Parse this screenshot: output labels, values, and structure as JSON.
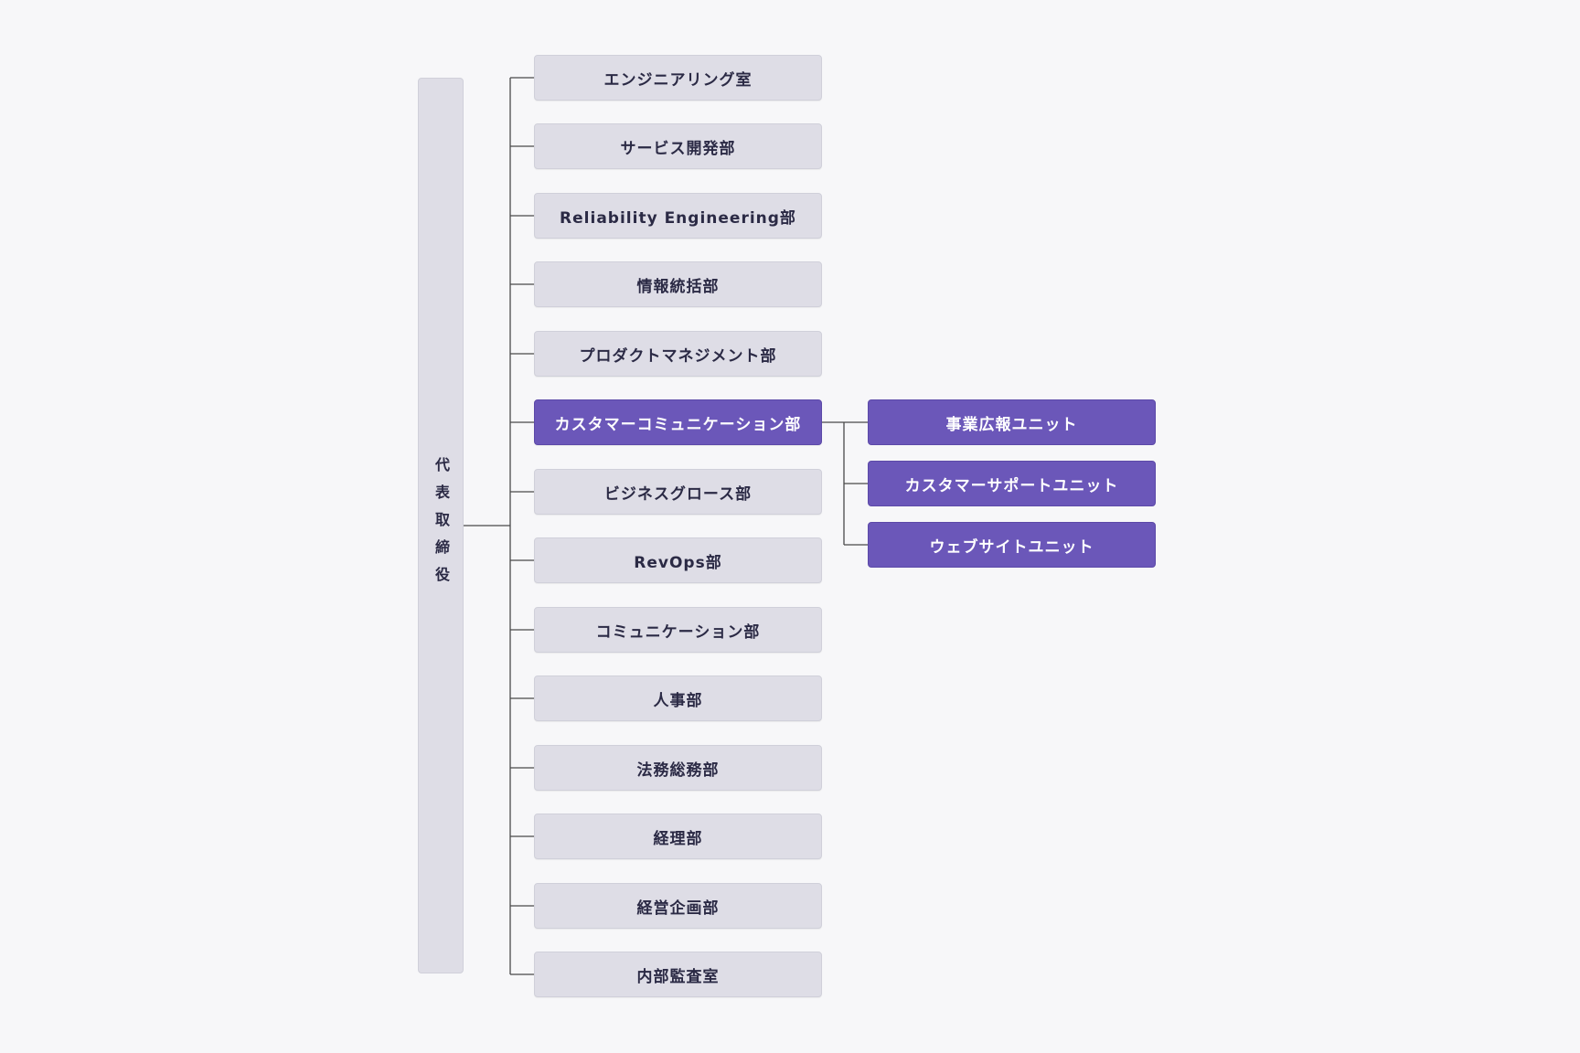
{
  "chart": {
    "root": "代表取締役",
    "departments": [
      "エンジニアリング室",
      "サービス開発部",
      "Reliability Engineering部",
      "情報統括部",
      "プロダクトマネジメント部",
      "カスタマーコミュニケーション部",
      "ビジネスグロース部",
      "RevOps部",
      "コミュニケーション部",
      "人事部",
      "法務総務部",
      "経理部",
      "経営企画部",
      "内部監査室"
    ],
    "highlighted_department": "カスタマーコミュニケーション部",
    "units": [
      "事業広報ユニット",
      "カスタマーサポートユニット",
      "ウェブサイトユニット"
    ]
  },
  "colors": {
    "background": "#f7f7f9",
    "box": "#dedde6",
    "highlight": "#6b57b9",
    "text": "#2b2a45",
    "line": "#4a4a4a"
  }
}
